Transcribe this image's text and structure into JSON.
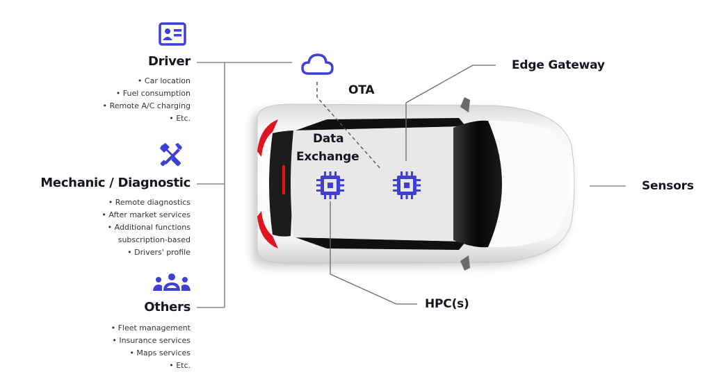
{
  "colors": {
    "accent": "#3d3fd6",
    "line": "#6b6b6b",
    "text": "#16161f",
    "tail_red": "#e0141e"
  },
  "left_groups": [
    {
      "title": "Driver",
      "icon": "id-card-icon",
      "items": [
        "• Car location",
        "• Fuel consumption",
        "• Remote A/C charging",
        "• Etc."
      ]
    },
    {
      "title": "Mechanic / Diagnostic",
      "icon": "tools-icon",
      "items": [
        "• Remote diagnostics",
        "• After market services",
        "• Additional functions",
        "subscription-based",
        "• Drivers' profile"
      ]
    },
    {
      "title": "Others",
      "icon": "people-group-icon",
      "items": [
        "• Fleet management",
        "• Insurance services",
        "• Maps services",
        "• Etc."
      ]
    }
  ],
  "labels": {
    "ota": "OTA",
    "edge_gateway": "Edge Gateway",
    "data_exchange_line1": "Data",
    "data_exchange_line2": "Exchange",
    "sensors": "Sensors",
    "hpc": "HPC(s)"
  },
  "icons": {
    "cloud": "cloud-icon",
    "chip_left": "chip-icon",
    "chip_right": "chip-icon"
  }
}
